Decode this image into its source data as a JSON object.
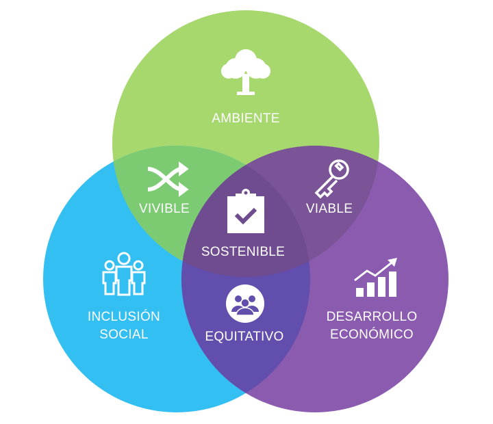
{
  "circles": {
    "ambiente": {
      "label": "AMBIENTE",
      "icon": "tree-icon",
      "color": "#a6d86e"
    },
    "social": {
      "label_lines": [
        "INCLUSIÓN",
        "SOCIAL"
      ],
      "icon": "people-icon",
      "color": "#34bff2"
    },
    "economico": {
      "label_lines": [
        "DESARROLLO",
        "ECONÓMICO"
      ],
      "icon": "growth-chart-icon",
      "color": "#8b5bb0"
    }
  },
  "intersections": {
    "vivible": {
      "label": "VIVIBLE",
      "icon": "shuffle-arrows-icon",
      "color": "#7ccb72"
    },
    "viable": {
      "label": "VIABLE",
      "icon": "key-icon",
      "color": "#7b5397"
    },
    "equitativo": {
      "label": "EQUITATIVO",
      "icon": "group-icon",
      "color": "#624ead"
    },
    "sostenible": {
      "label": "SOSTENIBLE",
      "icon": "clipboard-check-icon",
      "color": "#6f4b8f"
    }
  }
}
